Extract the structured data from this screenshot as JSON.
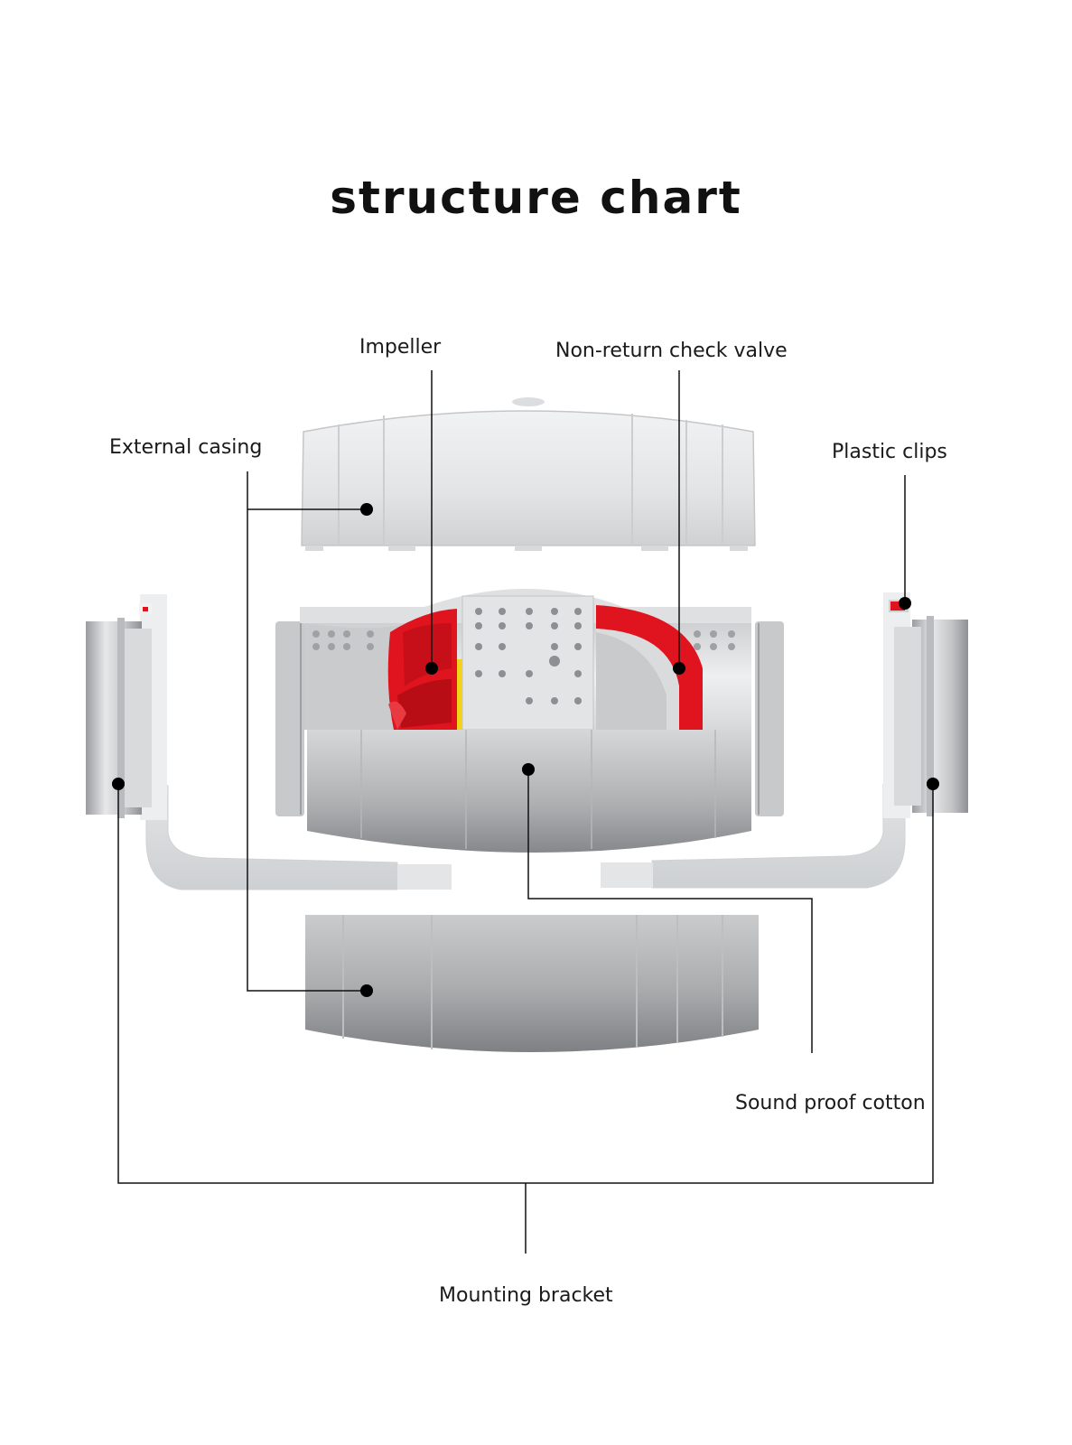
{
  "title": "structure chart",
  "labels": {
    "impeller": "Impeller",
    "check_valve": "Non-return check valve",
    "external_casing": "External casing",
    "plastic_clips": "Plastic clips",
    "sound_proof_cotton": "Sound proof cotton",
    "mounting_bracket": "Mounting bracket"
  },
  "colors": {
    "accent_red": "#e0141e",
    "casing_light": "#e8e9eb",
    "casing_dark": "#8f9194",
    "leader_line": "#111111",
    "background": "#ffffff"
  }
}
